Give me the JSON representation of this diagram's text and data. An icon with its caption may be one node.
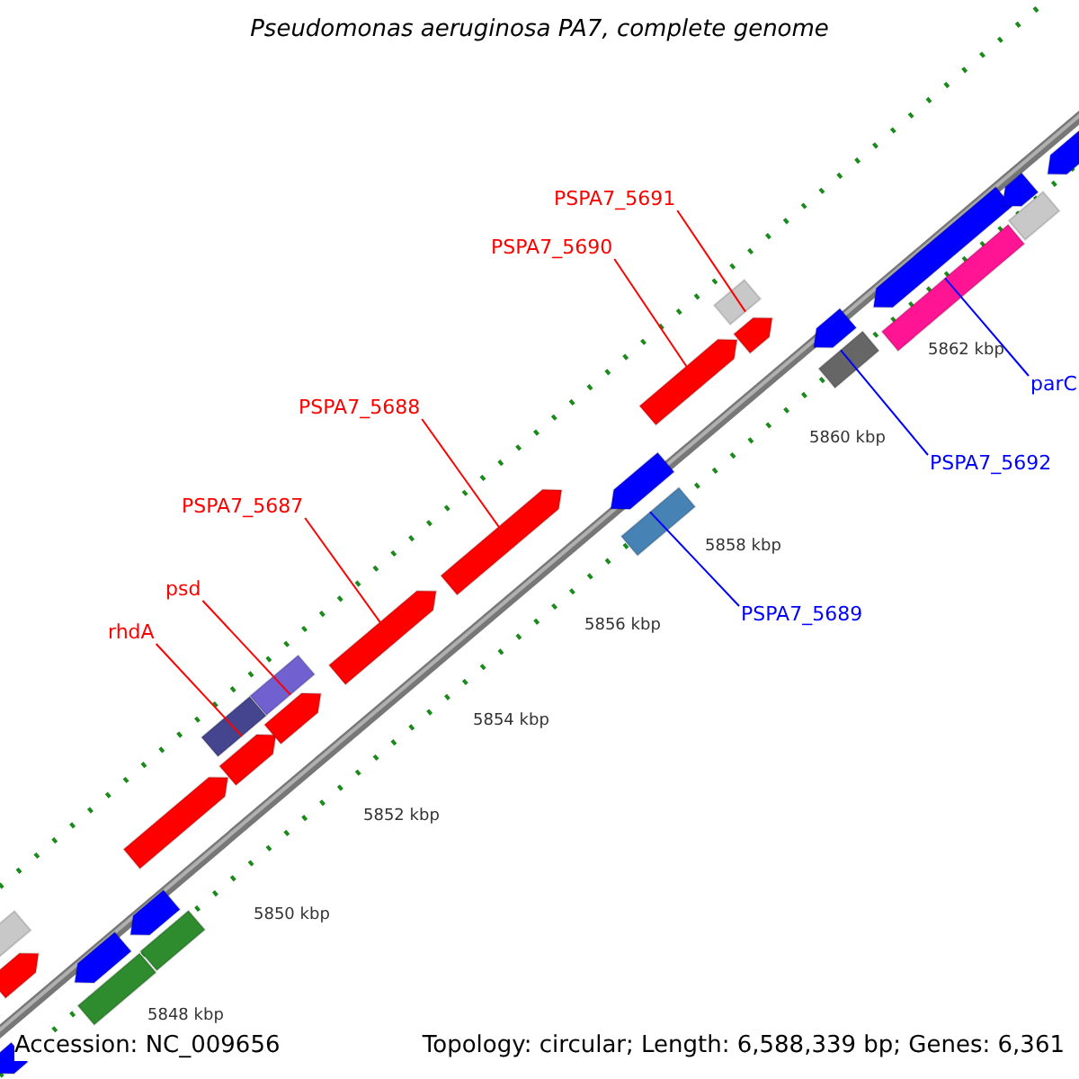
{
  "diagram": {
    "title": "Pseudomonas aeruginosa PA7, complete genome",
    "nodes": [
      {
        "text": [
          "rhdA"
        ]
      },
      {
        "text": [
          "psd"
        ]
      },
      {
        "text": [
          "PSPA7_5687"
        ]
      },
      {
        "text": [
          "PSPA7_5688"
        ]
      },
      {
        "text": [
          "PSPA7_5690"
        ]
      },
      {
        "text": [
          "PSPA7_5691"
        ]
      },
      {
        "text": [
          "PSPA7_5689"
        ]
      },
      {
        "text": [
          "PSPA7_5692"
        ]
      },
      {
        "text": [
          "parC"
        ]
      },
      {
        "text": [],
        "shape": "bar"
      },
      {
        "text": [],
        "shape": "arrow"
      },
      {
        "text": [],
        "shape": "arrow"
      },
      {
        "text": [],
        "shape": "arrow"
      },
      {
        "text": [],
        "shape": "bar"
      },
      {
        "text": [],
        "shape": "arrow"
      },
      {
        "text": [],
        "shape": "bar"
      },
      {
        "text": [],
        "shape": "arrow"
      },
      {
        "text": [],
        "shape": "bar"
      },
      {
        "text": [],
        "shape": "arrow"
      },
      {
        "text": [],
        "shape": "bar"
      },
      {
        "text": [],
        "shape": "arrow"
      },
      {
        "text": [],
        "shape": "arrow"
      },
      {
        "text": [],
        "shape": "arrow"
      },
      {
        "text": [],
        "shape": "arrow"
      },
      {
        "text": [],
        "shape": "bar"
      },
      {
        "text": [],
        "shape": "arrow"
      },
      {
        "text": [],
        "shape": "bar"
      },
      {
        "text": [],
        "shape": "arrow"
      },
      {
        "text": [],
        "shape": "arrow"
      },
      {
        "text": [],
        "shape": "bar"
      },
      {
        "text": [],
        "shape": "arrow"
      },
      {
        "text": [],
        "shape": "bar"
      },
      {
        "text": [],
        "shape": "arrow"
      },
      {
        "text": [],
        "shape": "bar"
      },
      {
        "text": [],
        "shape": "arrow"
      }
    ],
    "edges": [
      {
        "from": 0,
        "to": 17,
        "arrow": "none"
      },
      {
        "from": 1,
        "to": 19,
        "arrow": "none"
      },
      {
        "from": 2,
        "to": 21,
        "arrow": "none"
      },
      {
        "from": 3,
        "to": 22,
        "arrow": "none"
      },
      {
        "from": 4,
        "to": 25,
        "arrow": "none"
      },
      {
        "from": 5,
        "to": 26,
        "arrow": "none"
      },
      {
        "from": 6,
        "to": 24,
        "arrow": "none",
        "color": "#0000ff"
      },
      {
        "from": 7,
        "to": 29,
        "arrow": "none",
        "color": "#0000ff"
      },
      {
        "from": 8,
        "to": 31,
        "arrow": "none",
        "color": "#0000ff"
      }
    ],
    "labels": [
      "5848 kbp",
      "5850 kbp",
      "5852 kbp",
      "5854 kbp",
      "5856 kbp",
      "5858 kbp",
      "5860 kbp",
      "5862 kbp",
      "Accession: NC_009656",
      "Topology: circular; Length: 6,588,339 bp; Genes: 6,361"
    ]
  }
}
